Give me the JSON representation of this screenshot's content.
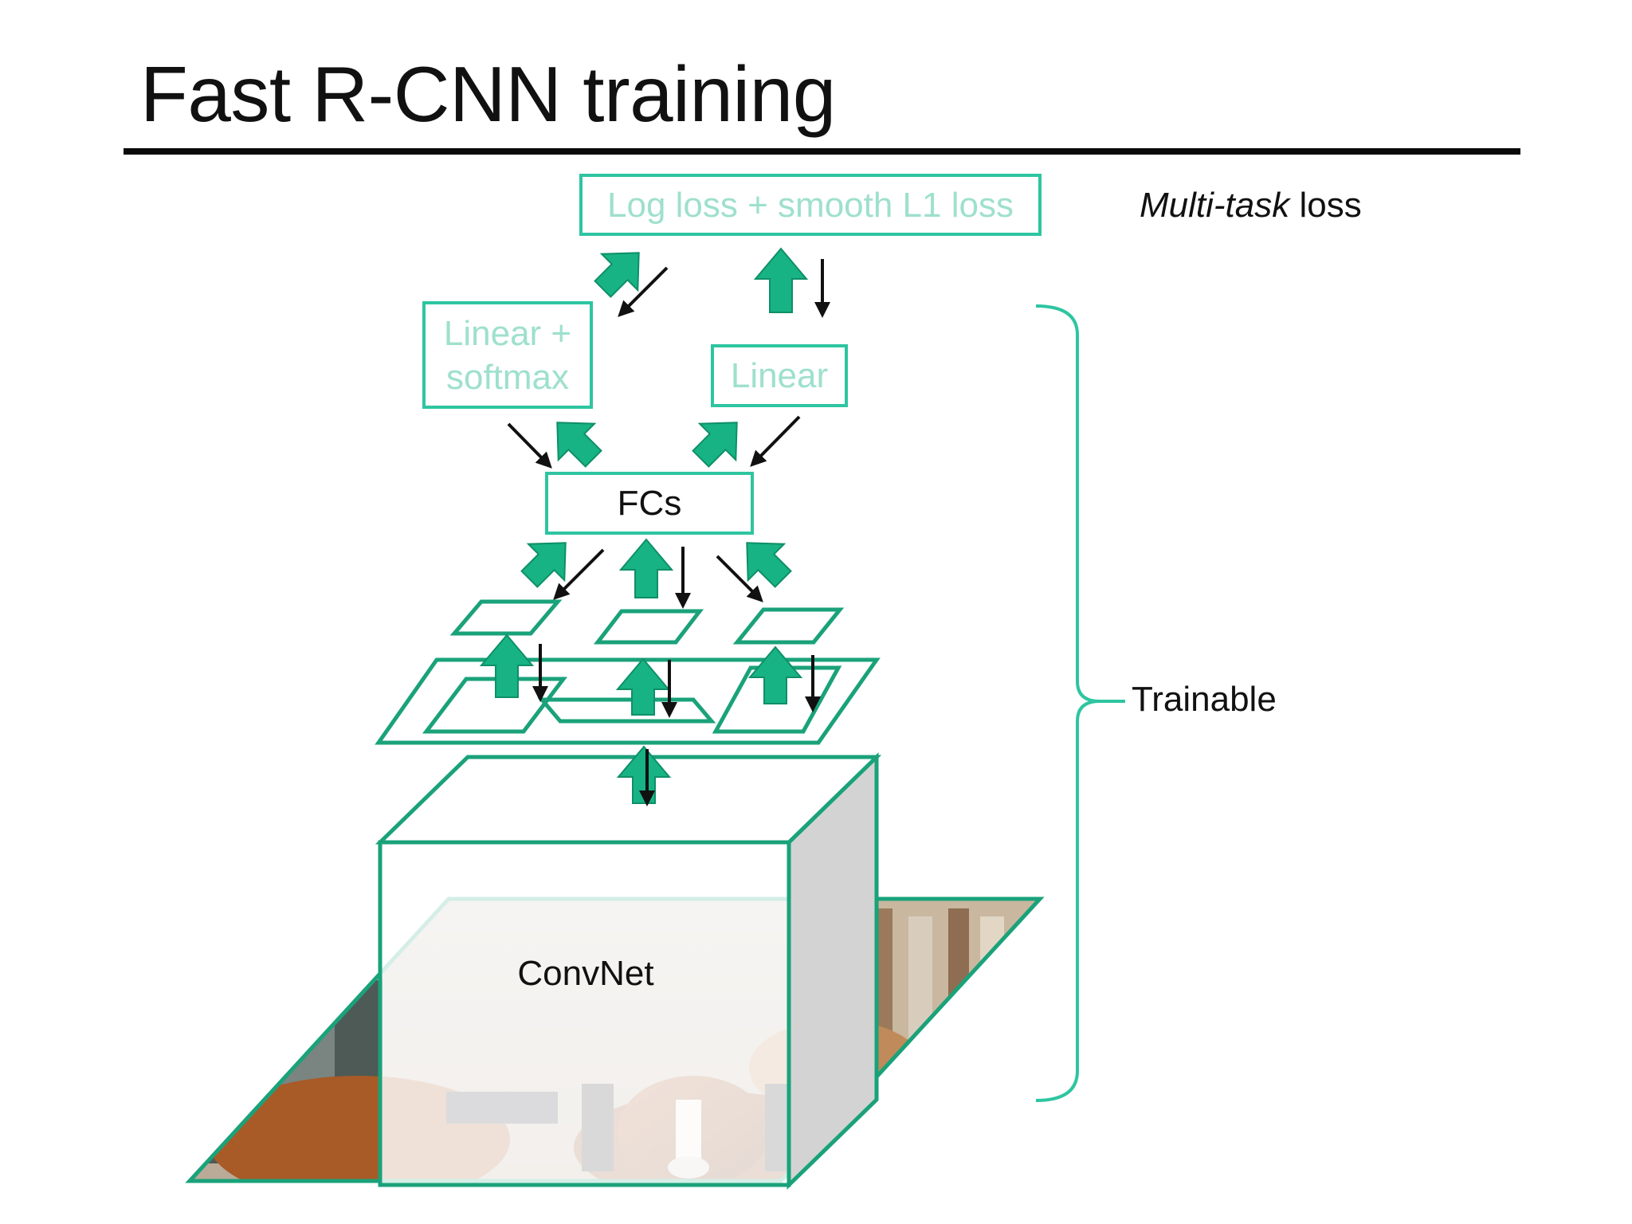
{
  "slide": {
    "title": "Fast R-CNN training"
  },
  "diagram": {
    "loss_box": "Log loss + smooth L1 loss",
    "multi_task_em": "Multi-task",
    "multi_task_rest": " loss",
    "linear_softmax_line1": "Linear +",
    "linear_softmax_line2": "softmax",
    "linear": "Linear",
    "fcs": "FCs",
    "convnet": "ConvNet",
    "trainable": "Trainable"
  },
  "colors": {
    "accent_green": "#1aa27a",
    "arrow_fill": "#17b384",
    "box_stroke": "#2ec5a1",
    "pale_text": "#9ee0cd",
    "backward_arrow": "#111111"
  },
  "icons": {
    "forward": "block-arrow-up",
    "backward": "thin-arrow-down"
  }
}
